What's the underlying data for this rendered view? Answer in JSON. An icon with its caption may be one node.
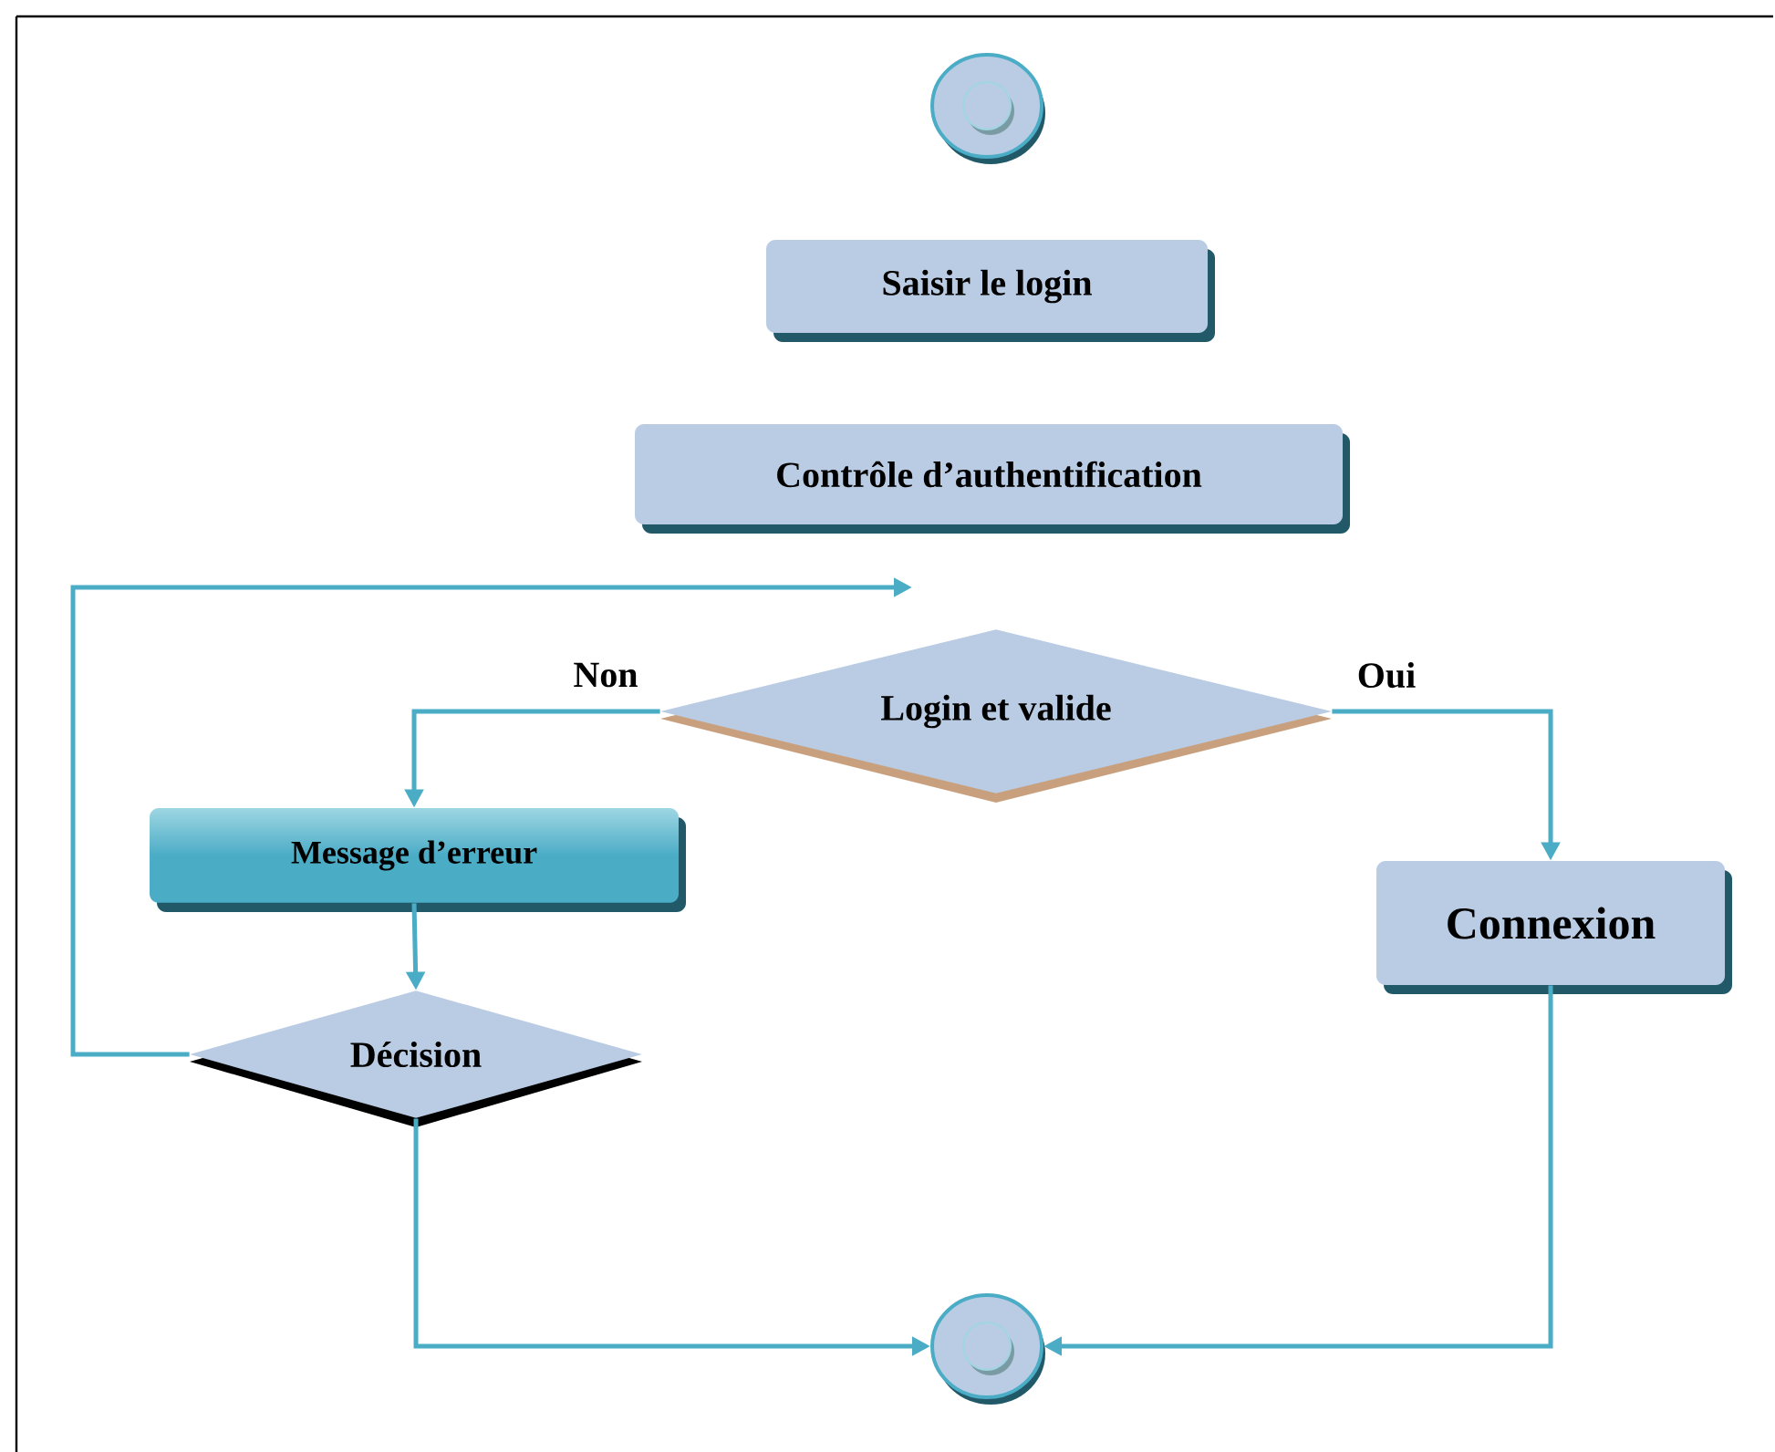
{
  "diagram": {
    "nodes": [
      {
        "text": [],
        "shape": "circle"
      },
      {
        "text": [
          "Saisir le login"
        ]
      },
      {
        "text": [
          "Contrôle d’authentification"
        ]
      },
      {
        "text": [
          "Login et valide"
        ]
      },
      {
        "text": [
          "Message d’erreur"
        ]
      },
      {
        "text": [
          "Connexion"
        ]
      },
      {
        "text": [
          "Décision"
        ]
      },
      {
        "text": [],
        "shape": "circle"
      }
    ],
    "edges": [
      {
        "from": 3,
        "to": 4,
        "arrow": "to",
        "label": "Non"
      },
      {
        "from": 3,
        "to": 5,
        "arrow": "to",
        "label": "Oui"
      },
      {
        "from": 4,
        "to": 6,
        "arrow": "to"
      },
      {
        "from": 6,
        "to": null,
        "arrow": "to"
      },
      {
        "from": 6,
        "to": 7,
        "arrow": "to"
      },
      {
        "from": 5,
        "to": 7,
        "arrow": "to"
      }
    ]
  }
}
